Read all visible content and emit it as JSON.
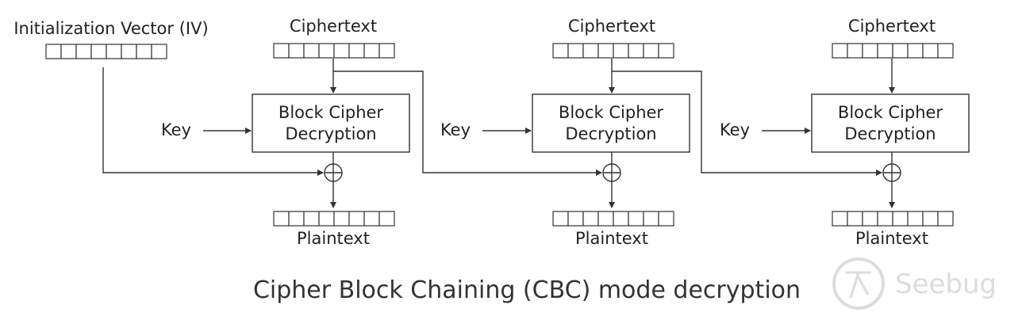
{
  "iv_label": "Initialization Vector (IV)",
  "stages": [
    {
      "ciphertext_label": "Ciphertext",
      "key_label": "Key",
      "block_line1": "Block Cipher",
      "block_line2": "Decryption",
      "plaintext_label": "Plaintext"
    },
    {
      "ciphertext_label": "Ciphertext",
      "key_label": "Key",
      "block_line1": "Block Cipher",
      "block_line2": "Decryption",
      "plaintext_label": "Plaintext"
    },
    {
      "ciphertext_label": "Ciphertext",
      "key_label": "Key",
      "block_line1": "Block Cipher",
      "block_line2": "Decryption",
      "plaintext_label": "Plaintext"
    }
  ],
  "caption": "Cipher Block Chaining (CBC) mode decryption",
  "watermark": {
    "text": "Seebug",
    "icon": "seebug-logo-icon",
    "color": "#dcdcdc"
  }
}
